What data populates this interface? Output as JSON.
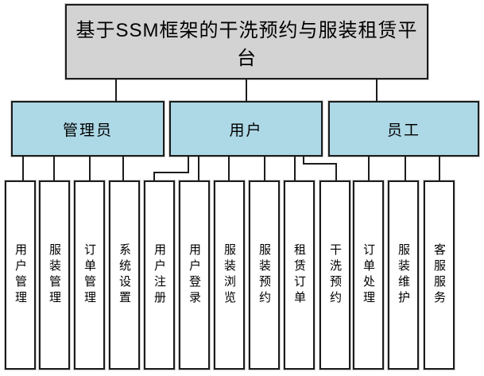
{
  "diagram": {
    "title": "基于SSM框架的干洗预约与服装租赁平台",
    "branches": [
      {
        "label": "管理员",
        "children": [
          "用户管理",
          "服装管理",
          "订单管理",
          "系统设置"
        ]
      },
      {
        "label": "用户",
        "children": [
          "用户注册",
          "用户登录",
          "服装浏览",
          "服装预约",
          "租赁订单",
          "干洗预约"
        ]
      },
      {
        "label": "员工",
        "children": [
          "订单处理",
          "服装维护",
          "客服服务"
        ]
      }
    ]
  },
  "colors": {
    "root_fill": "#d3d3d3",
    "branch_fill": "#add8e6",
    "leaf_fill": "#ffffff",
    "border": "#1c1c1c",
    "connector": "#1c1c1c",
    "text": "#000000",
    "background": "#ffffff"
  }
}
